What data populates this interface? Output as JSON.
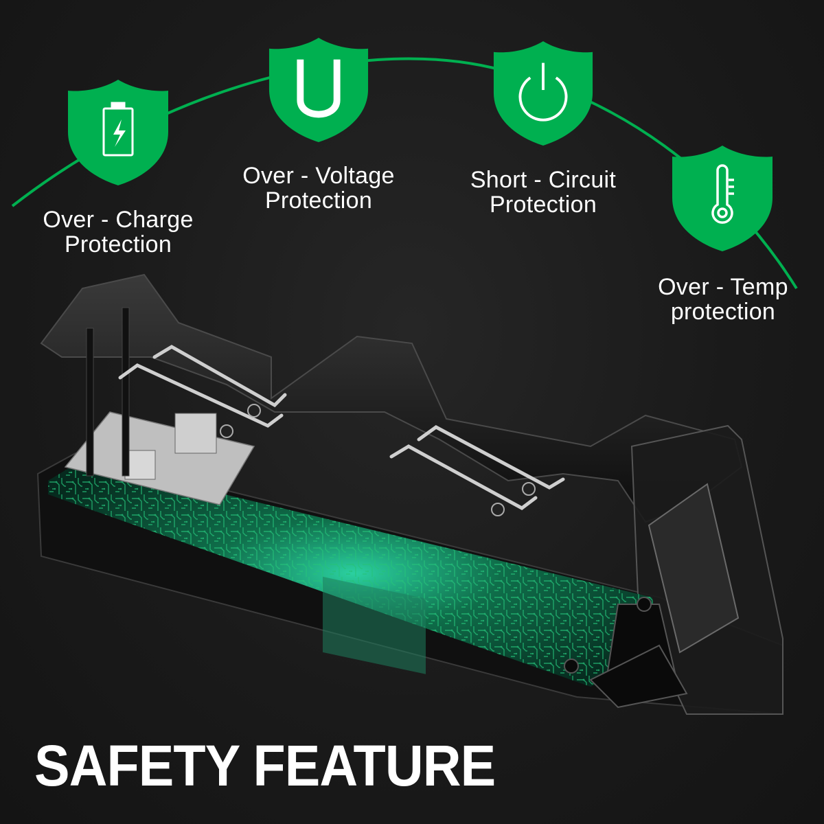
{
  "features": [
    {
      "id": "over-charge",
      "icon": "battery-charging-icon",
      "line1": "Over - Charge",
      "line2": "Protection"
    },
    {
      "id": "over-voltage",
      "icon": "voltage-u-icon",
      "line1": "Over - Voltage",
      "line2": "Protection"
    },
    {
      "id": "short-circuit",
      "icon": "power-icon",
      "line1": "Short - Circuit",
      "line2": "Protection"
    },
    {
      "id": "over-temp",
      "icon": "thermometer-icon",
      "line1": "Over - Temp",
      "line2": "protection"
    }
  ],
  "headline": "SAFETY FEATURE",
  "colors": {
    "accent": "#00b050",
    "background": "#1a1a1a",
    "text": "#ffffff",
    "circuit": "#1fae6a"
  }
}
